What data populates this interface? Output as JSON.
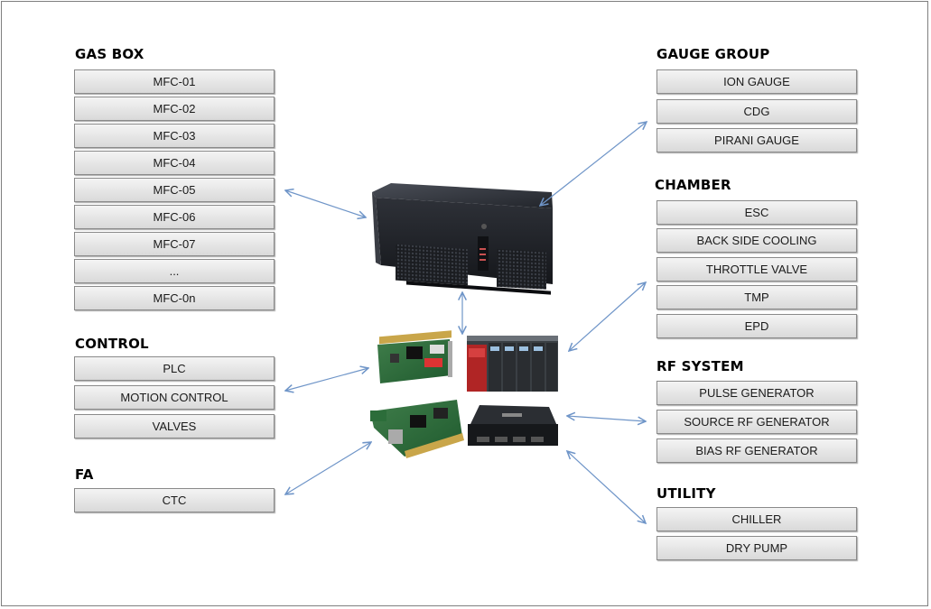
{
  "groups": {
    "gas_box": {
      "title": "GAS BOX",
      "items": [
        "MFC-01",
        "MFC-02",
        "MFC-03",
        "MFC-04",
        "MFC-05",
        "MFC-06",
        "MFC-07",
        "...",
        "MFC-0n"
      ]
    },
    "control": {
      "title": "CONTROL",
      "items": [
        "PLC",
        "MOTION CONTROL",
        "VALVES"
      ]
    },
    "fa": {
      "title": "FA",
      "items": [
        "CTC"
      ]
    },
    "gauge": {
      "title": "GAUGE  GROUP",
      "items": [
        "ION GAUGE",
        "CDG",
        "PIRANI GAUGE"
      ]
    },
    "chamber": {
      "title": "CHAMBER",
      "items": [
        "ESC",
        "BACK SIDE COOLING",
        "THROTTLE VALVE",
        "TMP",
        "EPD"
      ]
    },
    "rf": {
      "title": "RF SYSTEM",
      "items": [
        "PULSE GENERATOR",
        "SOURCE RF GENERATOR",
        "BIAS RF GENERATOR"
      ]
    },
    "utility": {
      "title": "UTILITY",
      "items": [
        "CHILLER",
        "DRY PUMP"
      ]
    }
  },
  "colors": {
    "arrow": "#6f95c8",
    "button_border": "#8a8a8a",
    "frame": "#7f7f7f"
  },
  "icons": [
    "industrial-pc-image",
    "daq-card-image",
    "plc-rack-image",
    "pci-card-image",
    "serial-hub-image"
  ]
}
